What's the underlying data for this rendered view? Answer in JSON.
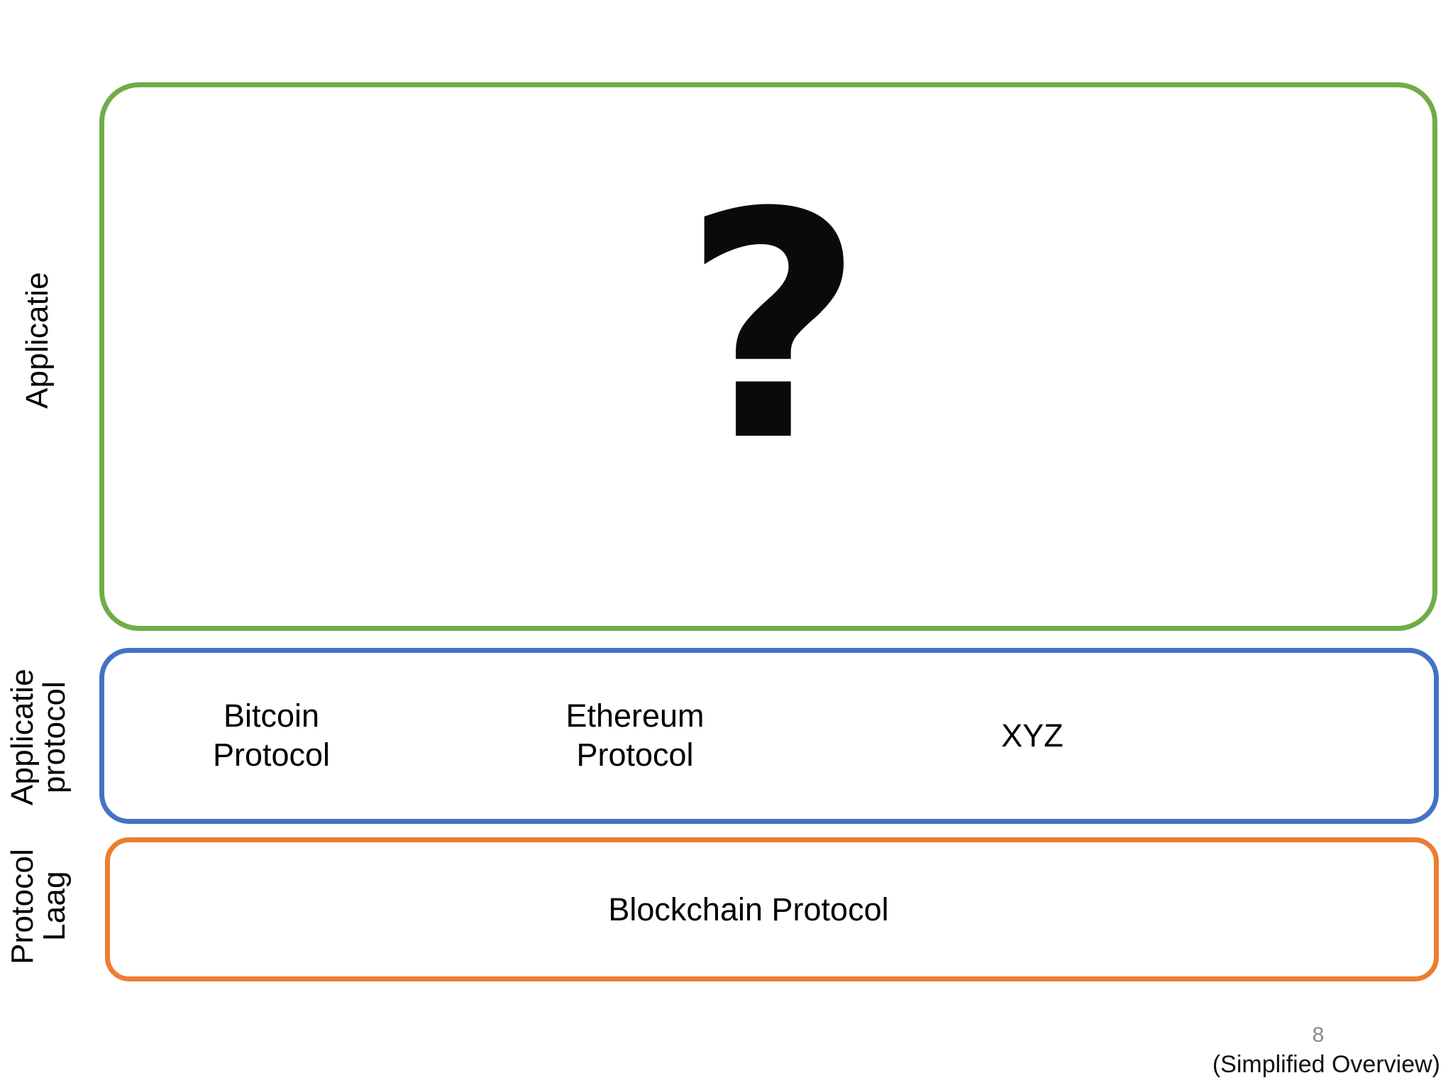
{
  "slide": {
    "background_color": "#ffffff",
    "layers": [
      {
        "id": "application",
        "side_label": "Applicatie",
        "border_color": "#70AD47",
        "content_icon": "question-mark-icon",
        "content_glyph": "?"
      },
      {
        "id": "application-protocol",
        "side_label": "Applicatie\nprotocol",
        "border_color": "#4472C4",
        "cells": [
          {
            "label": "Bitcoin\nProtocol"
          },
          {
            "label": "Ethereum\nProtocol"
          },
          {
            "label": "XYZ"
          }
        ]
      },
      {
        "id": "protocol-layer",
        "side_label": "Protocol\nLaag",
        "border_color": "#ED7D31",
        "label": "Blockchain Protocol"
      }
    ]
  },
  "footer": {
    "slide_number": "8",
    "note": "(Simplified Overview)",
    "slide_number_color": "#8a8a8a"
  }
}
